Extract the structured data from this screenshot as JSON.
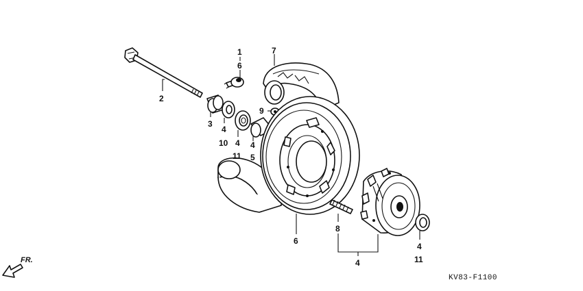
{
  "diagram": {
    "drawing_code": "KV83-F1100",
    "direction_label": "FR.",
    "callouts": [
      {
        "id": "c-1",
        "text": "1"
      },
      {
        "id": "c-6-top",
        "text": "6"
      },
      {
        "id": "c-7",
        "text": "7"
      },
      {
        "id": "c-2",
        "text": "2"
      },
      {
        "id": "c-9",
        "text": "9"
      },
      {
        "id": "c-3",
        "text": "3"
      },
      {
        "id": "c-4-a",
        "text": "4"
      },
      {
        "id": "c-10",
        "text": "10"
      },
      {
        "id": "c-4-b",
        "text": "4"
      },
      {
        "id": "c-11-a",
        "text": "11"
      },
      {
        "id": "c-4-c",
        "text": "4"
      },
      {
        "id": "c-5",
        "text": "5"
      },
      {
        "id": "c-8",
        "text": "8"
      },
      {
        "id": "c-6-wheel",
        "text": "6"
      },
      {
        "id": "c-4-group",
        "text": "4"
      },
      {
        "id": "c-4-right",
        "text": "4"
      },
      {
        "id": "c-11-right",
        "text": "11"
      }
    ]
  }
}
